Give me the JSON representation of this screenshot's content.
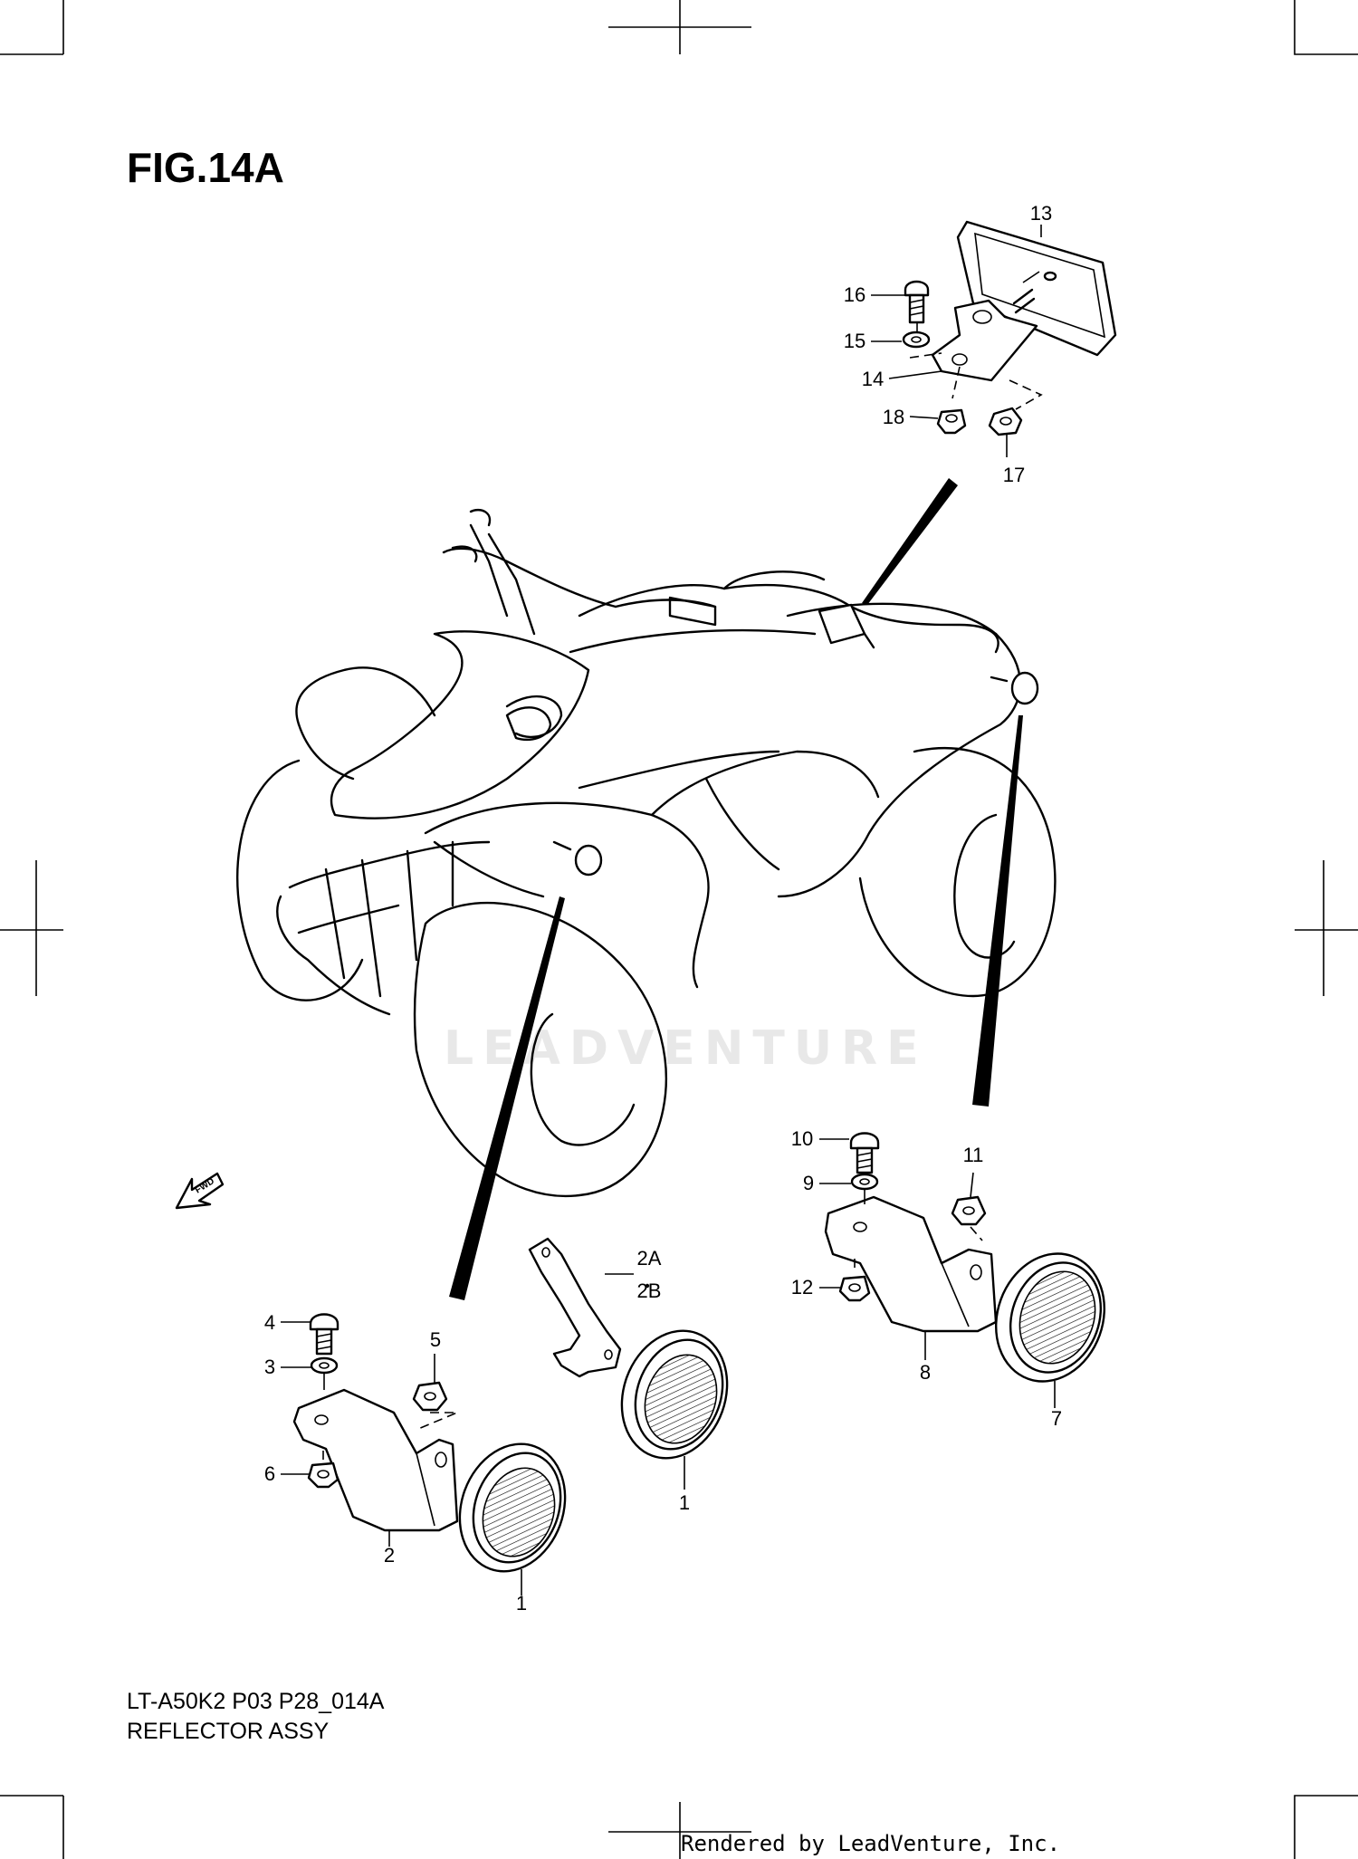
{
  "figure": {
    "title": "FIG.14A",
    "model_code": "LT-A50K2 P03 P28_014A",
    "assembly_name": "REFLECTOR ASSY",
    "watermark": "LEADVENTURE",
    "rendered_by": "Rendered by LeadVenture, Inc.",
    "fwd_label": "FWD"
  },
  "callouts": [
    {
      "id": "13",
      "text": "13"
    },
    {
      "id": "16",
      "text": "16"
    },
    {
      "id": "15",
      "text": "15"
    },
    {
      "id": "14",
      "text": "14"
    },
    {
      "id": "18",
      "text": "18"
    },
    {
      "id": "17",
      "text": "17"
    },
    {
      "id": "10",
      "text": "10"
    },
    {
      "id": "11",
      "text": "11"
    },
    {
      "id": "9",
      "text": "9"
    },
    {
      "id": "12",
      "text": "12"
    },
    {
      "id": "8",
      "text": "8"
    },
    {
      "id": "7",
      "text": "7"
    },
    {
      "id": "2A",
      "text": "2A"
    },
    {
      "id": "2B",
      "text": "2B"
    },
    {
      "id": "4",
      "text": "4"
    },
    {
      "id": "5",
      "text": "5"
    },
    {
      "id": "3",
      "text": "3"
    },
    {
      "id": "6",
      "text": "6"
    },
    {
      "id": "2",
      "text": "2"
    },
    {
      "id": "1a",
      "text": "1"
    },
    {
      "id": "1b",
      "text": "1"
    }
  ]
}
